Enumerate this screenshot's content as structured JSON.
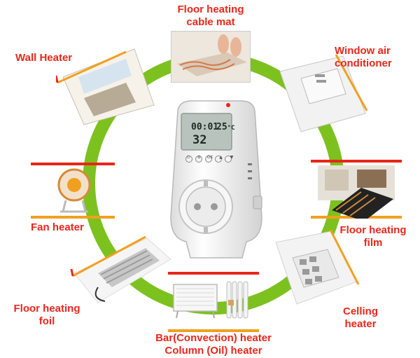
{
  "labels": {
    "floor_cable": [
      "Floor heating",
      "cable mat"
    ],
    "wall_heater": [
      "Wall Heater"
    ],
    "window_ac": [
      "Window air",
      "conditioner"
    ],
    "fan_heater": [
      "Fan heater"
    ],
    "floor_film": [
      "Floor heating",
      "film"
    ],
    "floor_foil": [
      "Floor heating",
      "foil"
    ],
    "ceiling_heater": [
      "Celling",
      "heater"
    ],
    "bar_heater": [
      "Bar(Convection) heater",
      "Column (Oil) heater"
    ]
  },
  "thermostat": {
    "time": "00:01",
    "set_temp": "25",
    "set_unit": "°C",
    "room_temp": "32",
    "buttons": [
      "⏻",
      "⚙",
      "OK",
      "▲",
      "▼"
    ]
  },
  "colors": {
    "ring": "#7dc11f",
    "label": "#e8261a",
    "accent_stripe": "#f0a020"
  }
}
